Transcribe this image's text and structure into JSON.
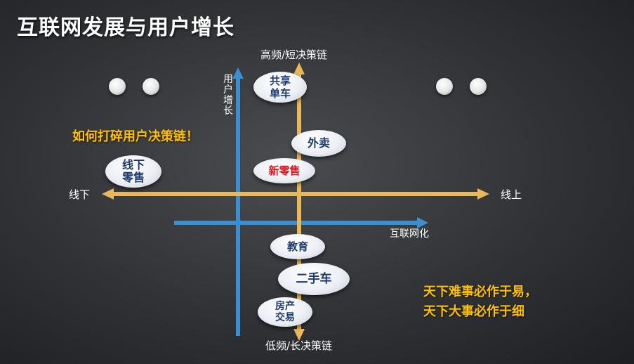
{
  "title": "互联网发展与用户增长",
  "axes": {
    "top_label": "高频/短决策链",
    "bottom_label": "低频/长决策链",
    "left_label": "线下",
    "right_label": "线上",
    "user_growth_label": "用户增长",
    "internet_label": "互联网化"
  },
  "bubbles": {
    "shared_bike": [
      "共享",
      "单车"
    ],
    "takeaway": "外卖",
    "new_retail": "新零售",
    "offline_retail": [
      "线下",
      "零售"
    ],
    "education": "教育",
    "used_car": "二手车",
    "real_estate": [
      "房产",
      "交易"
    ]
  },
  "callout": "如何打碎用户决策链！",
  "quote": [
    "天下难事必作于易，",
    "天下大事必作于细"
  ],
  "colors": {
    "gold_axis": "#e8b85a",
    "blue_axis": "#3b8fd0",
    "callout": "#ffc000",
    "bubble_text": "#1f3a6e",
    "highlight": "#e0121a"
  }
}
